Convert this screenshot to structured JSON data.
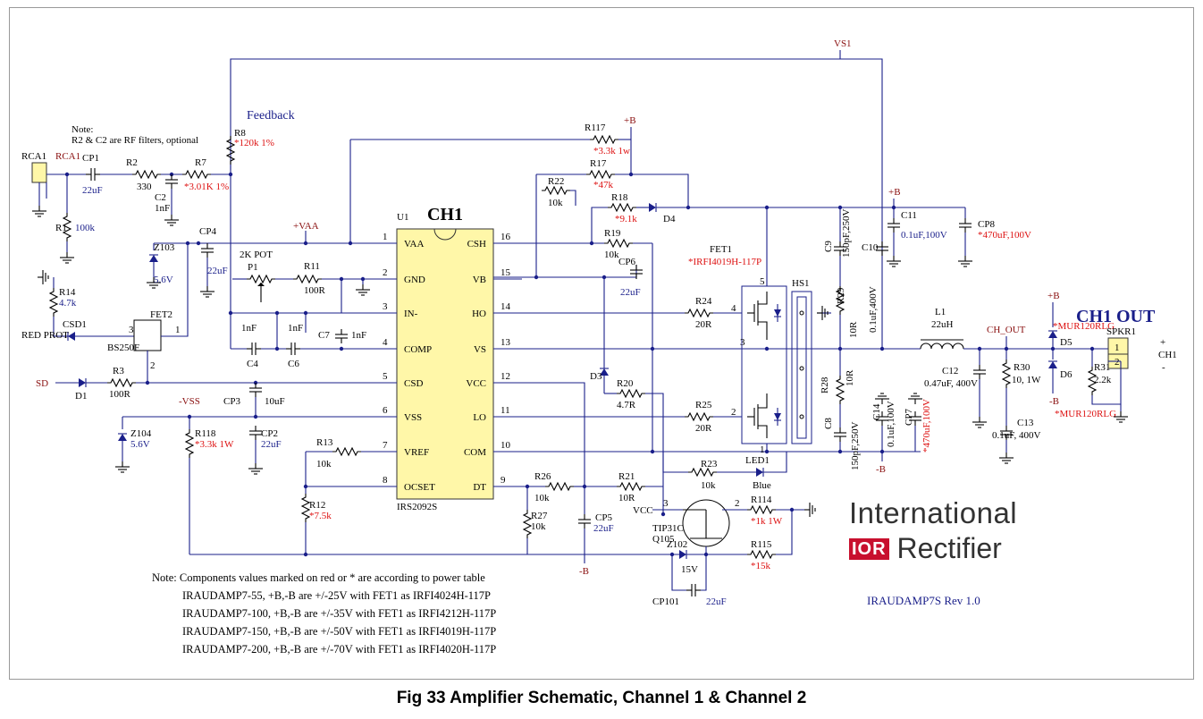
{
  "header": {
    "rf_note_title": "Note:",
    "rf_note_body": "R2 & C2 are RF filters, optional",
    "feedback": "Feedback",
    "chip_title": "CH1",
    "out_title": "CH1 OUT"
  },
  "ic": {
    "ref": "U1",
    "part": "IRS2092S",
    "left_pins": [
      {
        "num": "1",
        "name": "VAA"
      },
      {
        "num": "2",
        "name": "GND"
      },
      {
        "num": "3",
        "name": "IN-"
      },
      {
        "num": "4",
        "name": "COMP"
      },
      {
        "num": "5",
        "name": "CSD"
      },
      {
        "num": "6",
        "name": "VSS"
      },
      {
        "num": "7",
        "name": "VREF"
      },
      {
        "num": "8",
        "name": "OCSET"
      }
    ],
    "right_pins": [
      {
        "num": "16",
        "name": "CSH"
      },
      {
        "num": "15",
        "name": "VB"
      },
      {
        "num": "14",
        "name": "HO"
      },
      {
        "num": "13",
        "name": "VS"
      },
      {
        "num": "12",
        "name": "VCC"
      },
      {
        "num": "11",
        "name": "LO"
      },
      {
        "num": "10",
        "name": "COM"
      },
      {
        "num": "9",
        "name": "DT"
      }
    ]
  },
  "nets": {
    "vs1": "VS1",
    "pb": "+B",
    "mb": "-B",
    "vaa": "+VAA",
    "vss": "-VSS",
    "vcc": "VCC",
    "sd": "SD",
    "rca": "RCA1",
    "ch_out": "CH_OUT",
    "ch1": "CH1",
    "plus": "+",
    "minus": "-"
  },
  "components": {
    "RCA1": {
      "ref": "RCA1"
    },
    "CP1": {
      "ref": "CP1",
      "value": "22uF"
    },
    "R1": {
      "ref": "R1",
      "value": "100k"
    },
    "R2": {
      "ref": "R2",
      "value": "330"
    },
    "C2": {
      "ref": "C2",
      "value": "1nF"
    },
    "R7": {
      "ref": "R7",
      "value": "*3.01K 1%"
    },
    "R8": {
      "ref": "R8",
      "value": "*120k 1%"
    },
    "Z103": {
      "ref": "Z103",
      "value": "5.6V"
    },
    "CP4": {
      "ref": "CP4",
      "value": "22uF"
    },
    "P1": {
      "ref": "P1",
      "value": "2K POT"
    },
    "R11": {
      "ref": "R11",
      "value": "100R"
    },
    "R14": {
      "ref": "R14",
      "value": "4.7k"
    },
    "CSD1": {
      "ref": "CSD1",
      "value": "RED PROT"
    },
    "FET2": {
      "ref": "FET2",
      "value": "BS250F",
      "pins": [
        "3",
        "1",
        "2"
      ]
    },
    "C4": {
      "ref": "C4",
      "value": "1nF"
    },
    "C6": {
      "ref": "C6",
      "value": "1nF"
    },
    "C7": {
      "ref": "C7",
      "value": "1nF"
    },
    "D1": {
      "ref": "D1"
    },
    "R3": {
      "ref": "R3",
      "value": "100R"
    },
    "CP3": {
      "ref": "CP3",
      "value": "10uF"
    },
    "Z104": {
      "ref": "Z104",
      "value": "5.6V"
    },
    "R118": {
      "ref": "R118",
      "value": "*3.3k 1W"
    },
    "CP2": {
      "ref": "CP2",
      "value": "22uF"
    },
    "R13": {
      "ref": "R13",
      "value": "10k"
    },
    "R12": {
      "ref": "R12",
      "value": "*7.5k"
    },
    "R117": {
      "ref": "R117",
      "value": "*3.3k 1w"
    },
    "R17": {
      "ref": "R17",
      "value": "*47k"
    },
    "R22": {
      "ref": "R22",
      "value": "10k"
    },
    "R18": {
      "ref": "R18",
      "value": "*9.1k"
    },
    "D4": {
      "ref": "D4"
    },
    "R19": {
      "ref": "R19",
      "value": "10k"
    },
    "CP6": {
      "ref": "CP6",
      "value": "22uF"
    },
    "R24": {
      "ref": "R24",
      "value": "20R"
    },
    "D3": {
      "ref": "D3"
    },
    "R20": {
      "ref": "R20",
      "value": "4.7R"
    },
    "R25": {
      "ref": "R25",
      "value": "20R"
    },
    "R23": {
      "ref": "R23",
      "value": "10k"
    },
    "LED1": {
      "ref": "LED1",
      "value": "Blue"
    },
    "R26": {
      "ref": "R26",
      "value": "10k"
    },
    "R21": {
      "ref": "R21",
      "value": "10R"
    },
    "R27": {
      "ref": "R27",
      "value": "10k"
    },
    "CP5": {
      "ref": "CP5",
      "value": "22uF"
    },
    "Q105": {
      "ref": "Q105",
      "value": "TIP31C",
      "pins": [
        "3",
        "2"
      ]
    },
    "R114": {
      "ref": "R114",
      "value": "*1k 1W"
    },
    "Z102": {
      "ref": "Z102",
      "value": "15V"
    },
    "R115": {
      "ref": "R115",
      "value": "*15k"
    },
    "CP101": {
      "ref": "CP101",
      "value": "22uF"
    },
    "FET1": {
      "ref": "FET1",
      "value": "*IRFI4019H-117P",
      "pins": [
        "5",
        "4",
        "3",
        "2",
        "1"
      ]
    },
    "HS1": {
      "ref": "HS1"
    },
    "C9": {
      "ref": "C9",
      "value": "150pF,250V"
    },
    "C10": {
      "ref": "C10",
      "value": "0.1uF,400V"
    },
    "R29": {
      "ref": "R29",
      "value": "10R"
    },
    "R28": {
      "ref": "R28",
      "value": "10R"
    },
    "C8": {
      "ref": "C8",
      "value": "150pF,250V"
    },
    "C14": {
      "ref": "C14",
      "value": "0.1uF,100V"
    },
    "CP7": {
      "ref": "CP7",
      "value": "*470uF,100V"
    },
    "C11": {
      "ref": "C11",
      "value": "0.1uF,100V"
    },
    "CP8": {
      "ref": "CP8",
      "value": "*470uF,100V"
    },
    "L1": {
      "ref": "L1",
      "value": "22uH"
    },
    "C12": {
      "ref": "C12",
      "value": "0.47uF, 400V"
    },
    "R30": {
      "ref": "R30",
      "value": "10, 1W"
    },
    "C13": {
      "ref": "C13",
      "value": "0.1uF, 400V"
    },
    "R31": {
      "ref": "R31",
      "value": "2.2k"
    },
    "D5": {
      "ref": "D5",
      "value": "*MUR120RLG"
    },
    "D6": {
      "ref": "D6",
      "value": "*MUR120RLG"
    },
    "SPKR1": {
      "ref": "SPKR1",
      "pins": [
        "1",
        "2"
      ]
    }
  },
  "power_note": {
    "lines": [
      "Note: Components values marked on red or * are according to power table",
      "IRAUDAMP7-55, +B,-B are +/-25V with FET1 as IRFI4024H-117P",
      "IRAUDAMP7-100, +B,-B are +/-35V with FET1 as IRFI4212H-117P",
      "IRAUDAMP7-150, +B,-B are +/-50V with FET1 as IRFI4019H-117P",
      "IRAUDAMP7-200, +B,-B are +/-70V with FET1 as IRFI4020H-117P"
    ]
  },
  "logo": {
    "line1": "International",
    "badge": "IOR",
    "line2": "Rectifier",
    "accent_color": "#c8102e"
  },
  "revision": "IRAUDAMP7S Rev 1.0",
  "caption": "Fig 33 Amplifier Schematic, Channel 1 & Channel 2"
}
